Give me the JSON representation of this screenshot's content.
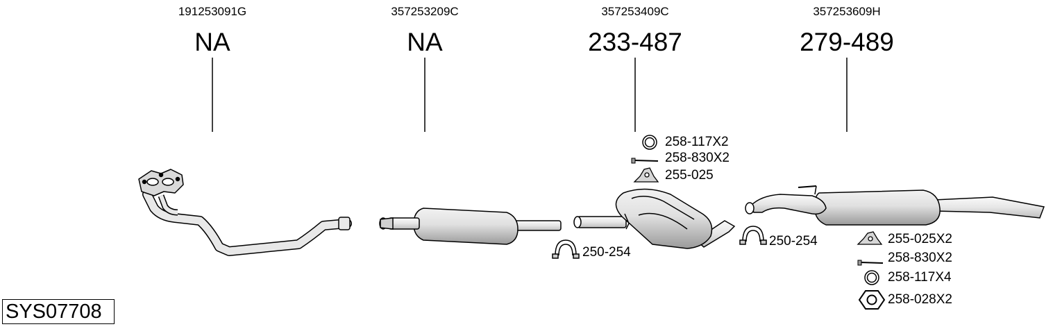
{
  "parts": [
    {
      "oem": "191253091G",
      "ref": "NA"
    },
    {
      "oem": "357253209C",
      "ref": "NA"
    },
    {
      "oem": "357253409C",
      "ref": "233-487"
    },
    {
      "oem": "357253609H",
      "ref": "279-489"
    }
  ],
  "fittings": {
    "middle": [
      {
        "icon": "ring-icon",
        "code": "258-117X2"
      },
      {
        "icon": "bolt-icon",
        "code": "258-830X2"
      },
      {
        "icon": "hanger-icon",
        "code": "255-025"
      }
    ],
    "rear": [
      {
        "icon": "hanger-icon",
        "code": "255-025X2"
      },
      {
        "icon": "bolt-icon",
        "code": "258-830X2"
      },
      {
        "icon": "ring-icon",
        "code": "258-117X4"
      },
      {
        "icon": "nut-icon",
        "code": "258-028X2"
      }
    ],
    "clamps": [
      {
        "icon": "clamp-icon",
        "code": "250-254"
      },
      {
        "icon": "clamp-icon",
        "code": "250-254"
      }
    ]
  },
  "system_code": "SYS07708"
}
